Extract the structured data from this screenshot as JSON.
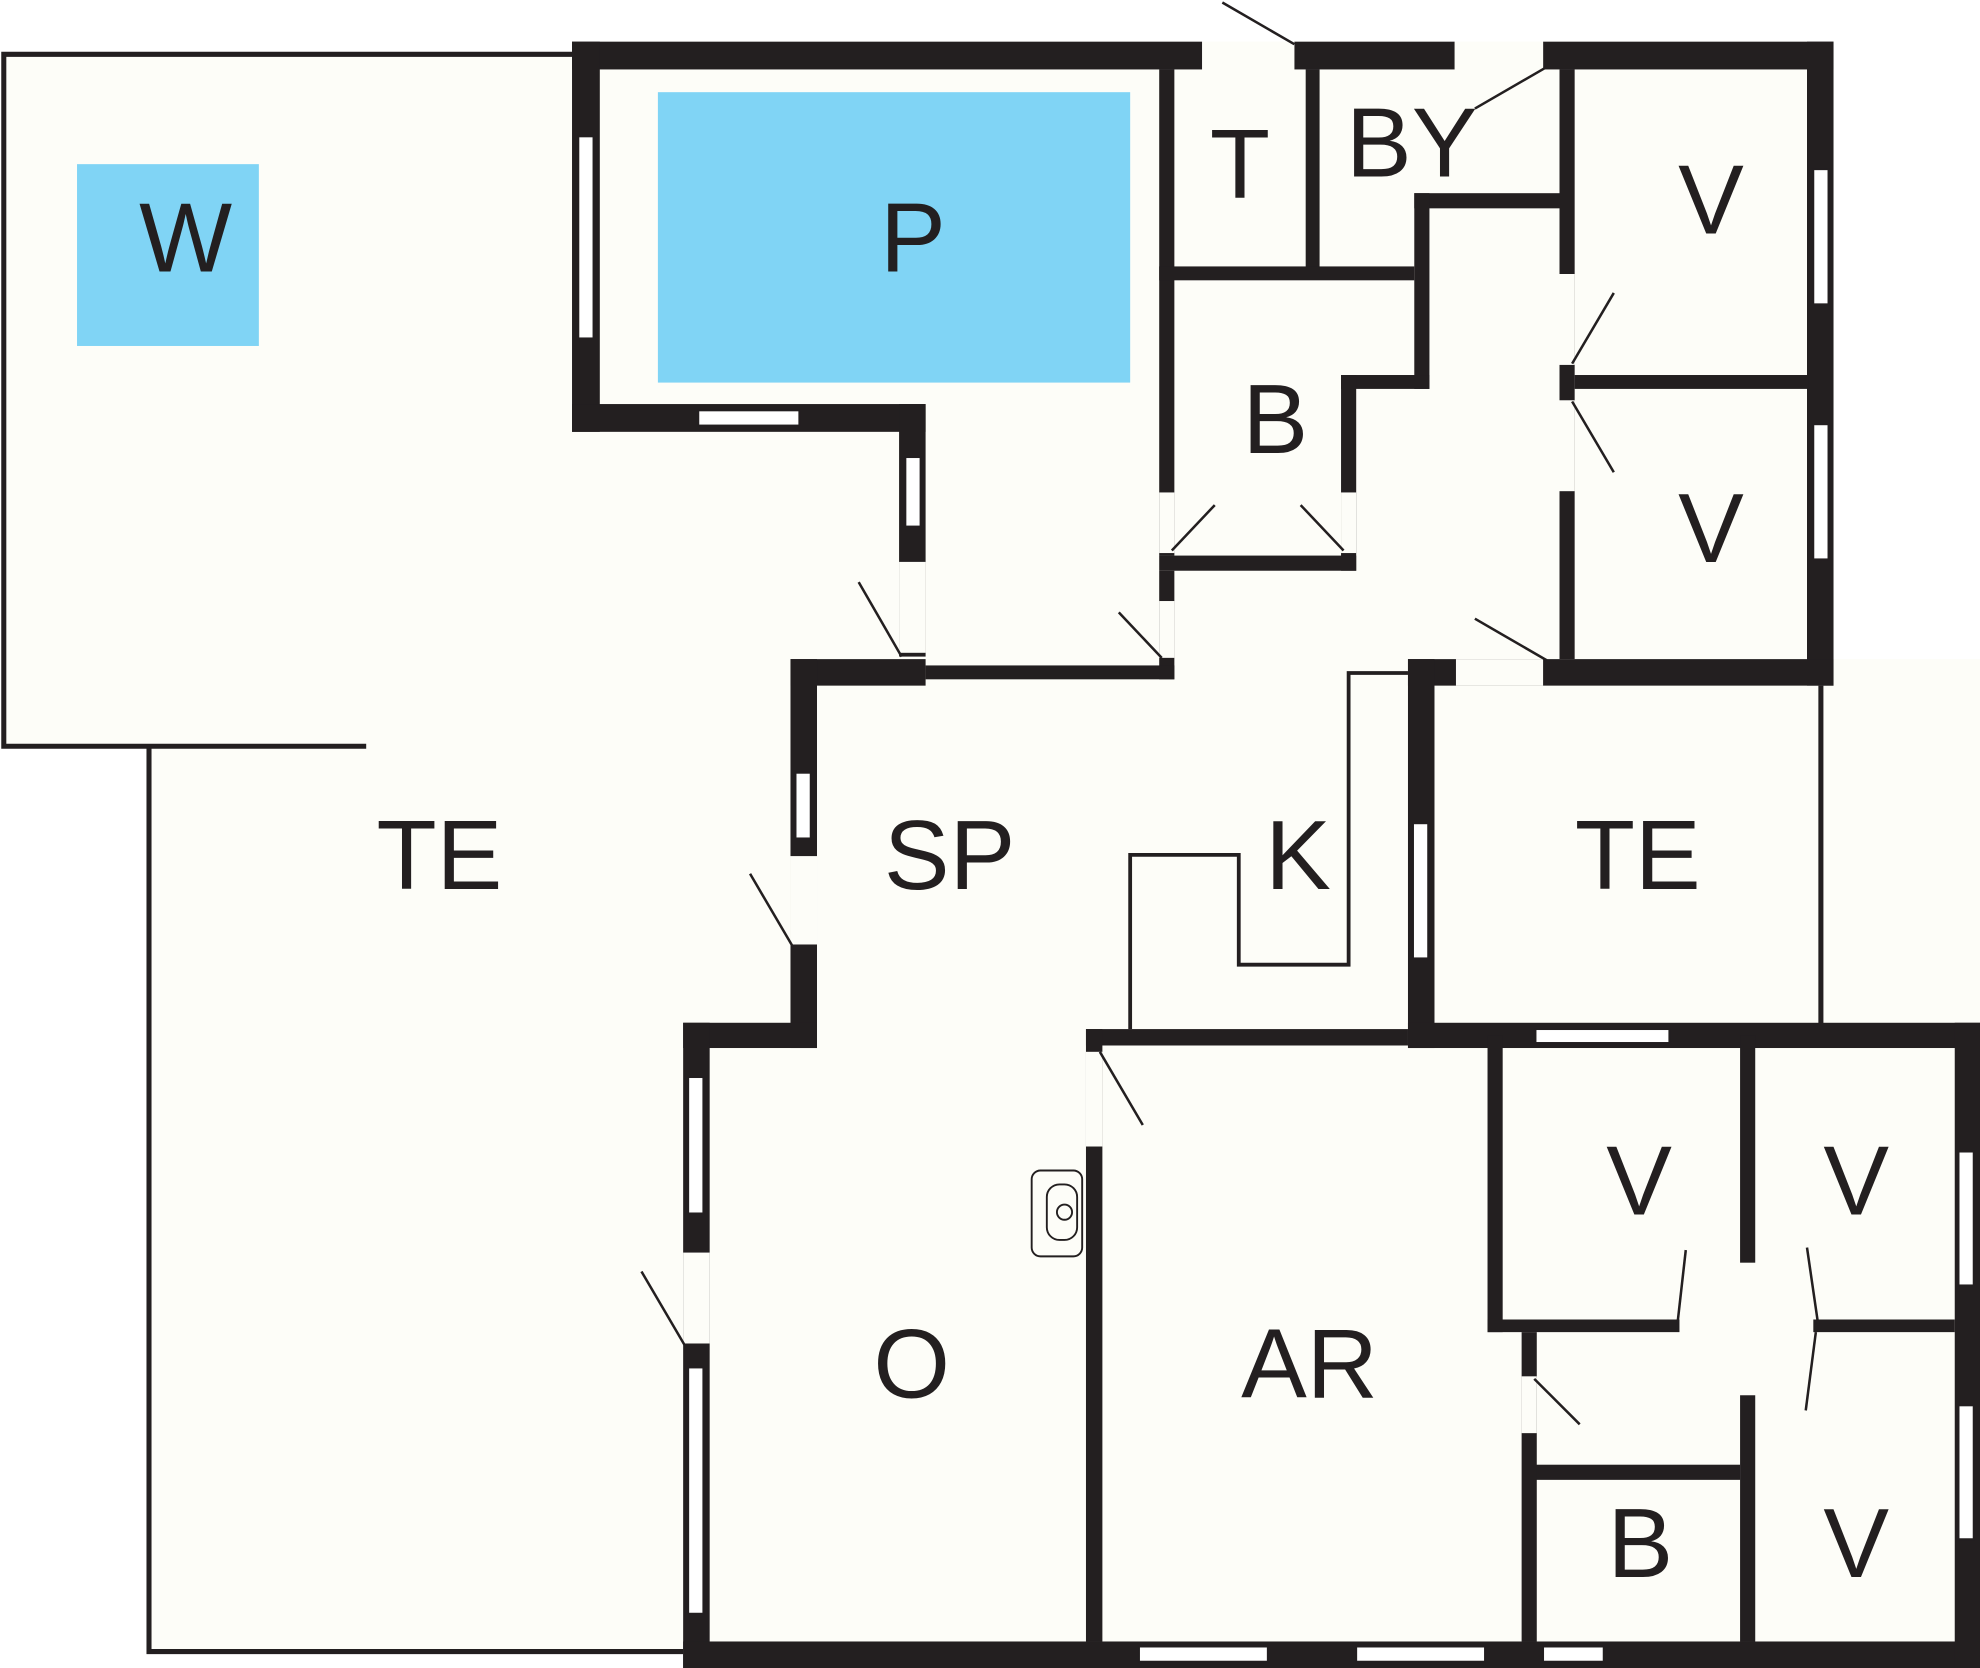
{
  "title": "Floor plan",
  "colors": {
    "wall": "#231f20",
    "floor": "#fdfdf8",
    "water": "#80d4f5"
  },
  "rooms": {
    "whirlpool": "W",
    "pool": "P",
    "toilet": "T",
    "outdoor_shower": "BY",
    "bedroom_1": "V",
    "bedroom_2": "V",
    "bathroom_1": "B",
    "terrace_west": "TE",
    "dining": "SP",
    "kitchen": "K",
    "terrace_east": "TE",
    "living": "O",
    "activity_room": "AR",
    "bedroom_3": "V",
    "bedroom_4": "V",
    "bathroom_2": "B",
    "bedroom_5": "V"
  }
}
